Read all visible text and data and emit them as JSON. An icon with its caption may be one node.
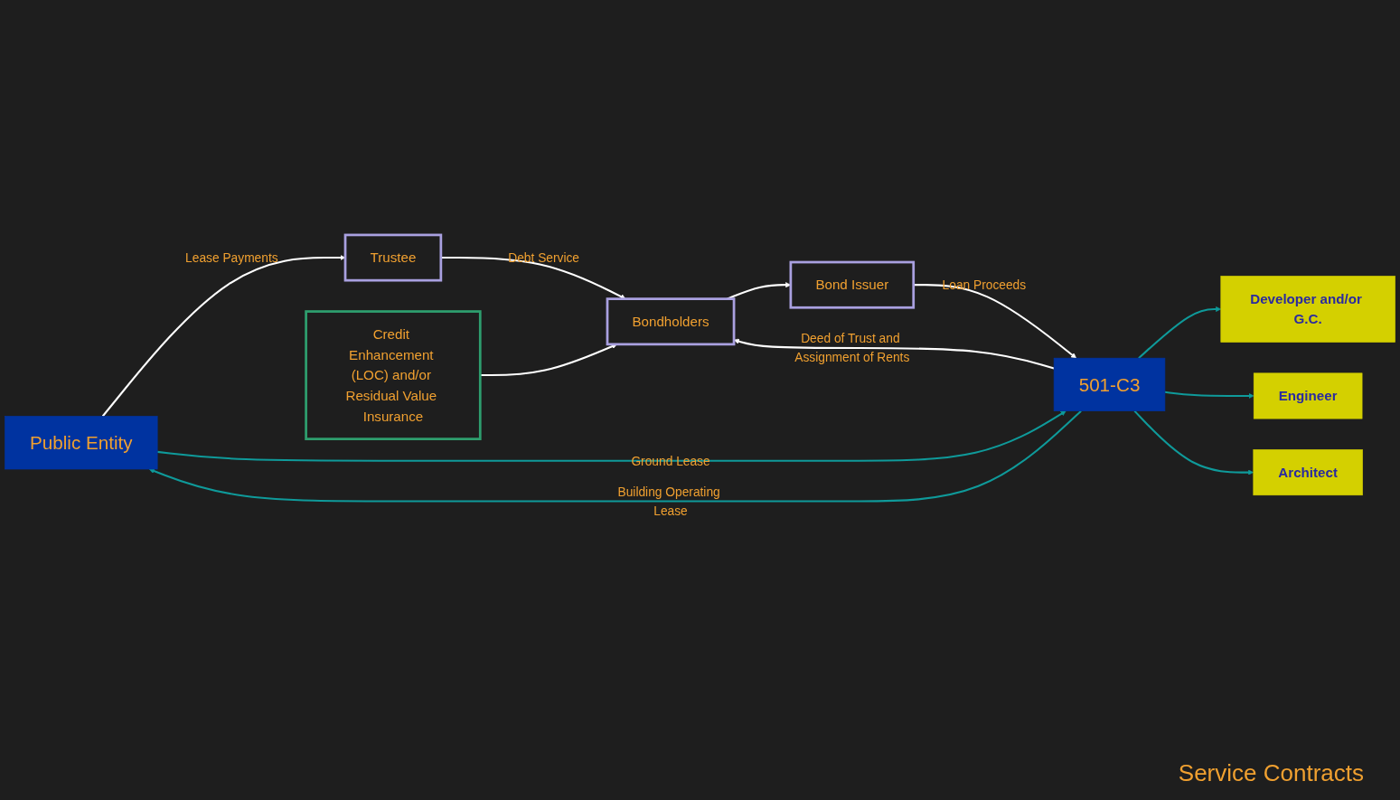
{
  "diagram": {
    "nodes": [
      {
        "text": [
          "Public Entity"
        ]
      },
      {
        "text": [
          "Trustee"
        ]
      },
      {
        "text": [
          "Bondholders"
        ]
      },
      {
        "text": [
          "Bond Issuer"
        ]
      },
      {
        "text": [
          "501-C3"
        ]
      },
      {
        "text": [
          "Credit Enhancement (LOC) and/or Residual Value Insurance"
        ]
      },
      {
        "text": [
          "Developer and/or G.C."
        ]
      },
      {
        "text": [
          "Engineer"
        ]
      },
      {
        "text": [
          "Architect"
        ]
      }
    ],
    "edges": [
      {
        "from": 0,
        "to": 1,
        "arrow": "to",
        "label": "Lease Payments"
      },
      {
        "from": 1,
        "to": 2,
        "arrow": "to",
        "label": "Debt Service"
      },
      {
        "from": 4,
        "to": 2,
        "arrow": "to",
        "label": "Deed of Trust and Assignment of Rents"
      },
      {
        "from": 2,
        "to": 3,
        "arrow": "to"
      },
      {
        "from": 3,
        "to": 4,
        "arrow": "to",
        "label": "Loan Proceeds"
      },
      {
        "from": 5,
        "to": 2,
        "arrow": "to"
      },
      {
        "from": 0,
        "to": 4,
        "arrow": "to",
        "label": "Ground Lease",
        "color": "#0f9a9a"
      },
      {
        "from": 4,
        "to": 0,
        "arrow": "to",
        "label": "Building Operating Lease",
        "color": "#0f9a9a"
      },
      {
        "from": 4,
        "to": 6,
        "arrow": "to",
        "color": "#0f9a9a"
      },
      {
        "from": 4,
        "to": 7,
        "arrow": "to",
        "color": "#0f9a9a"
      },
      {
        "from": 4,
        "to": 8,
        "arrow": "to",
        "color": "#0f9a9a"
      }
    ],
    "labels": [
      "Service Contracts"
    ]
  }
}
